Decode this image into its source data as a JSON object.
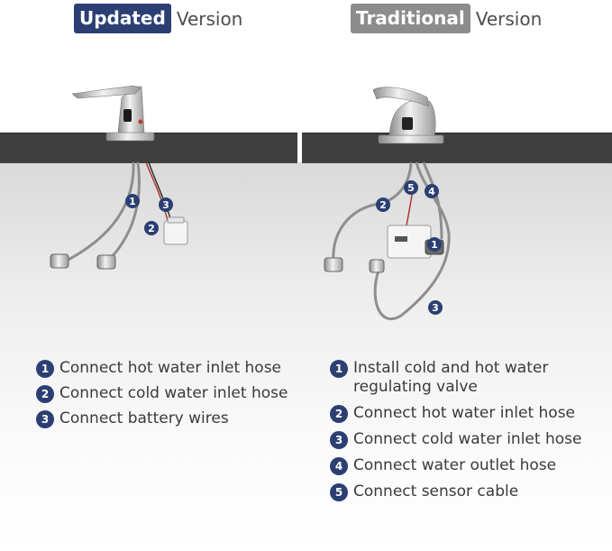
{
  "left_panel": {
    "badge": "Updated",
    "version": "Version",
    "callouts": [
      "1",
      "2",
      "3"
    ],
    "steps": [
      {
        "num": "1",
        "text": "Connect hot water inlet hose"
      },
      {
        "num": "2",
        "text": "Connect cold water inlet hose"
      },
      {
        "num": "3",
        "text": "Connect battery wires"
      }
    ]
  },
  "right_panel": {
    "badge": "Traditional",
    "version": "Version",
    "callouts": [
      "5",
      "4",
      "2",
      "1",
      "3"
    ],
    "steps": [
      {
        "num": "1",
        "text": "Install cold and hot water regulating valve"
      },
      {
        "num": "2",
        "text": "Connect hot water inlet hose"
      },
      {
        "num": "3",
        "text": "Connect cold water inlet hose"
      },
      {
        "num": "4",
        "text": "Connect water outlet hose"
      },
      {
        "num": "5",
        "text": "Connect sensor cable"
      }
    ]
  },
  "colors": {
    "badge_updated": "#2b3f73",
    "badge_traditional": "#8c8c8c",
    "countertop": "#3f3f3f",
    "step_number": "#2b3f73"
  }
}
